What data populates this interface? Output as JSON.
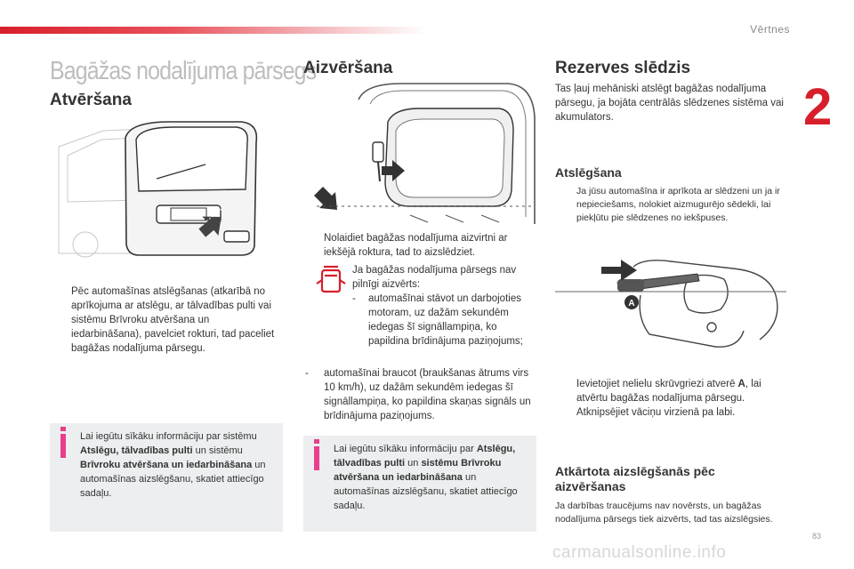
{
  "header": {
    "section": "Vērtnes",
    "chapter": "2"
  },
  "main_title": "Bagāžas nodalījuma pārsegs",
  "col1": {
    "heading": "Atvēršana",
    "bullet": "Pēc automašīnas atslēgšanas (atkarībā no aprīkojuma ar atslēgu, ar tālvadības pulti vai sistēmu Brīvroku atvēršana un iedarbināšana), pavelciet rokturi, tad paceliet bagāžas nodalījuma pārsegu.",
    "info": {
      "t1": "Lai iegūtu sīkāku informāciju par sistēmu ",
      "b1": "Atslēgu, tālvadības pulti",
      "t2": " un sistēmu ",
      "b2": "Brīvroku atvēršana un iedarbināšana",
      "t3": " un automašīnas aizslēgšanu, skatiet attiecīgo sadaļu."
    }
  },
  "col2": {
    "heading": "Aizvēršana",
    "bullet": "Nolaidiet bagāžas nodalījuma aizvirtni ar iekšējā roktura, tad to aizslēdziet.",
    "warn_intro": "Ja bagāžas nodalījuma pārsegs nav pilnīgi aizvērts:",
    "warn_item1": "automašīnai stāvot un darbojoties motoram, uz dažām sekundēm iedegas šī signāllampiņa, ko papildina brīdinājuma paziņojums;",
    "dash_item2": "automašīnai braucot (braukšanas ātrums virs 10 km/h), uz dažām sekundēm iedegas šī signāllampiņa, ko papildina skaņas signāls un brīdinājuma paziņojums.",
    "dash": "-",
    "info": {
      "t1": "Lai iegūtu sīkāku informāciju par ",
      "b1": "Atslēgu, tālvadības pulti",
      "t2": " un ",
      "b2": "sistēmu Brīvroku atvēršana un iedarbināšana",
      "t3": " un automašīnas aizslēgšanu, skatiet attiecīgo sadaļu."
    }
  },
  "col3": {
    "heading": "Rezerves slēdzis",
    "intro": "Tas ļauj mehāniski atslēgt bagāžas nodalījuma pārsegu, ja bojāta centrālās slēdzenes sistēma vai akumulators.",
    "sub1": "Atslēgšana",
    "sub1_text": "Ja jūsu automašīna ir aprīkota ar slēdzeni un ja ir nepieciešams, nolokiet aizmugurējo sēdekli, lai piekļūtu pie slēdzenes no iekšpuses.",
    "img_label": "A",
    "b1_pre": "Ievietojiet nelielu skrūvgriezi atverē ",
    "b1_bold": "A",
    "b1_post": ", lai atvērtu bagāžas nodalījuma pārsegu.",
    "b2": "Atknipsējiet vāciņu virzienā pa labi.",
    "sub2": "Atkārtota aizslēgšanās pēc aizvēršanas",
    "sub2_text": "Ja darbības traucējums nav novērsts, un bagāžas nodalījuma pārsegs tiek aizvērts, tad tas aizslēgsies."
  },
  "bullet_glyph": "",
  "footer": {
    "watermark": "carmanualsonline.info",
    "page": "83"
  },
  "colors": {
    "accent": "#d81e2b",
    "info_icon": "#e83e8c",
    "info_bg": "#eceeef"
  }
}
